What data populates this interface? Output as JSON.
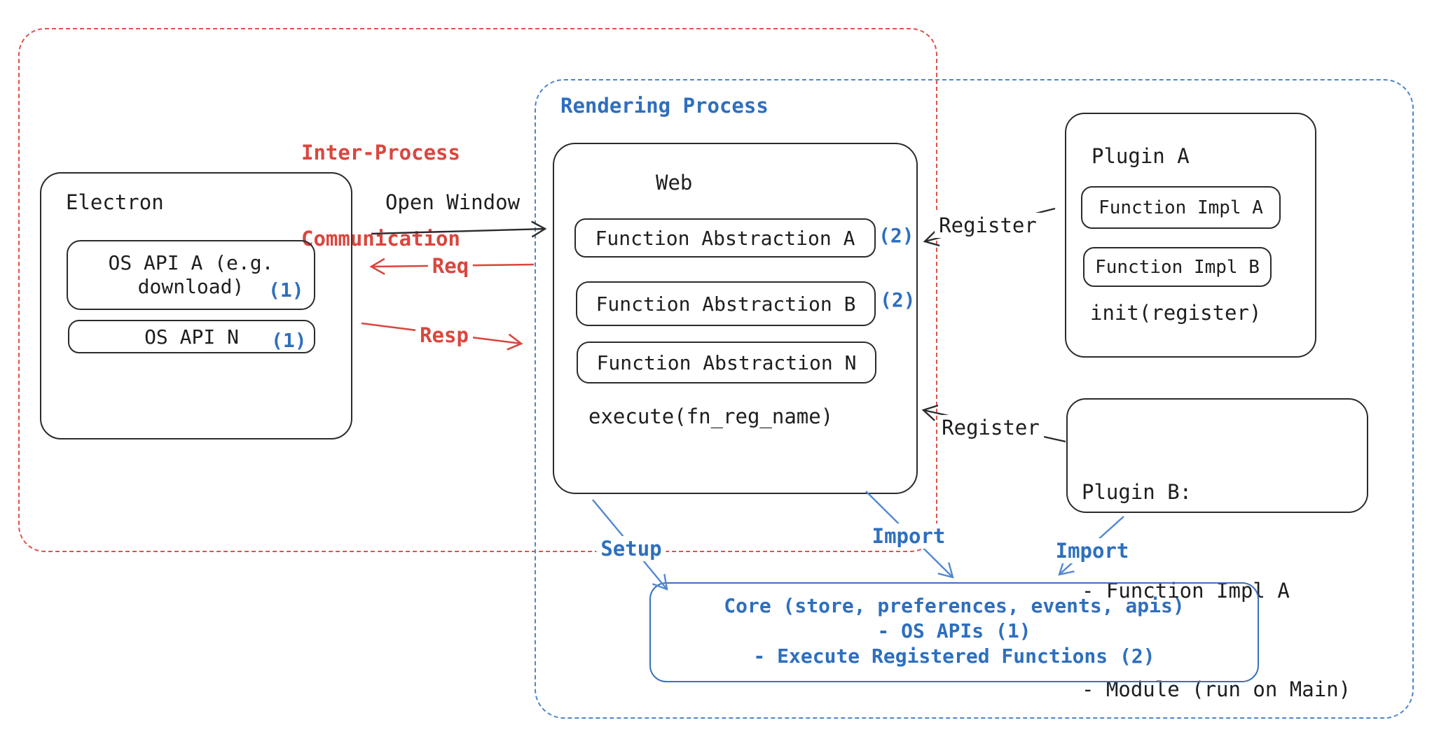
{
  "colors": {
    "red": "#d9473f",
    "blue_text": "#2e6fbe",
    "blue_dash": "#4c86cc",
    "blue_arrow": "#5288cf",
    "black": "#1e1e1e"
  },
  "ipc": {
    "label_line1": "Inter-Process",
    "label_line2": "Communication"
  },
  "rendering": {
    "label": "Rendering Process"
  },
  "electron": {
    "title": "Electron",
    "os_api_a": {
      "line1": "OS API A (e.g.",
      "line2": "download)",
      "badge": "(1)"
    },
    "os_api_n": {
      "label": "OS API N",
      "badge": "(1)"
    }
  },
  "web": {
    "title": "Web",
    "items": [
      {
        "label": "Function Abstraction A",
        "badge": "(2)"
      },
      {
        "label": "Function Abstraction B",
        "badge": "(2)"
      },
      {
        "label": "Function Abstraction N",
        "badge": ""
      }
    ],
    "execute": "execute(fn_reg_name)"
  },
  "plugin_a": {
    "title": "Plugin A",
    "impl_a": "Function Impl A",
    "impl_b": "Function Impl B",
    "init": "init(register)"
  },
  "plugin_b": {
    "line1": "Plugin B:",
    "line2": "- Function Impl A",
    "line3": "- Module (run on Main)"
  },
  "core": {
    "line1": "Core (store, preferences, events, apis)",
    "line2": "- OS APIs (1)",
    "line3": "- Execute Registered Functions (2)"
  },
  "arrows": {
    "open_window": "Open Window",
    "req": "Req",
    "resp": "Resp",
    "register_a": "Register",
    "register_b": "Register",
    "setup": "Setup",
    "import_web": "Import",
    "import_plugin": "Import"
  }
}
